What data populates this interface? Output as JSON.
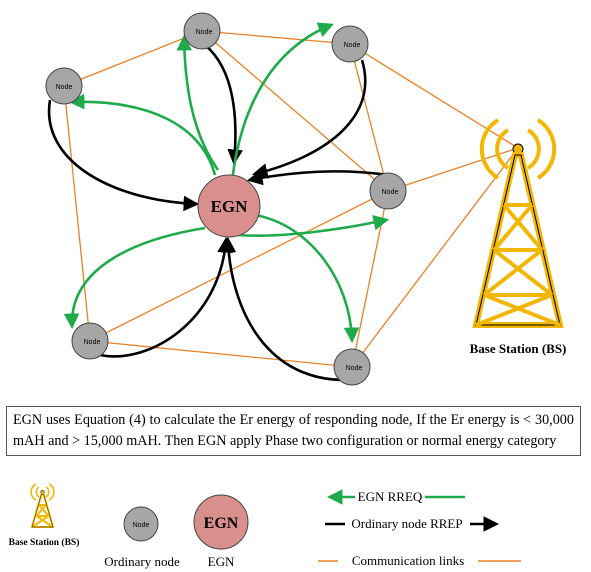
{
  "node_label": "Node",
  "egn_label": "EGN",
  "base_station_label": "Base Station (BS)",
  "caption": "EGN uses Equation (4) to calculate the Er energy of responding node, If the Er energy is < 30,000 mAH and > 15,000 mAH. Then EGN apply Phase two configuration or normal energy category",
  "legend": {
    "bs_label": "Base Station (BS)",
    "ordinary_node_label": "Ordinary node",
    "egn_label": "EGN",
    "egn_rreq_label": "EGN RREQ",
    "ordinary_rrep_label": "Ordinary node RREP",
    "communication_links_label": "Communication links"
  },
  "colors": {
    "node_fill": "#a6a6a6",
    "egn_fill": "#d9908c",
    "rreq": "#1faa4b",
    "rrep": "#000000",
    "link": "#e8822a",
    "tower": "#f2b705"
  }
}
